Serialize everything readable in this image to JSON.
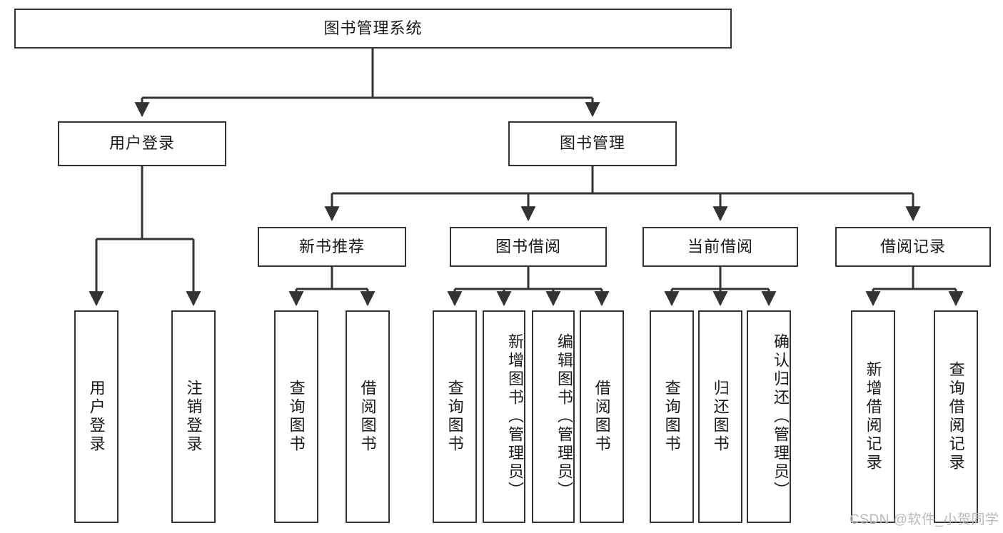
{
  "diagram": {
    "title": "图书管理系统",
    "root": {
      "label": "图书管理系统"
    },
    "level2": [
      {
        "label": "用户登录"
      },
      {
        "label": "图书管理"
      }
    ],
    "level3": [
      {
        "label": "新书推荐"
      },
      {
        "label": "图书借阅"
      },
      {
        "label": "当前借阅"
      },
      {
        "label": "借阅记录"
      }
    ],
    "leaves": {
      "user_login": [
        {
          "label": "用户登录"
        },
        {
          "label": "注销登录"
        }
      ],
      "new_book_recommend": [
        {
          "label": "查询图书"
        },
        {
          "label": "借阅图书"
        }
      ],
      "book_borrow": [
        {
          "label": "查询图书"
        },
        {
          "label": "新增图书（管理员）"
        },
        {
          "label": "编辑图书（管理员）"
        },
        {
          "label": "借阅图书"
        }
      ],
      "current_borrow": [
        {
          "label": "查询图书"
        },
        {
          "label": "归还图书"
        },
        {
          "label": "确认归还（管理员）"
        }
      ],
      "borrow_record": [
        {
          "label": "新增借阅记录"
        },
        {
          "label": "查询借阅记录"
        }
      ]
    },
    "watermark": "CSDN @软件_小贺同学",
    "colors": {
      "stroke": "#333333",
      "fill": "#ffffff",
      "text": "#1a1a1a",
      "watermark": "#b9b9b9"
    }
  }
}
